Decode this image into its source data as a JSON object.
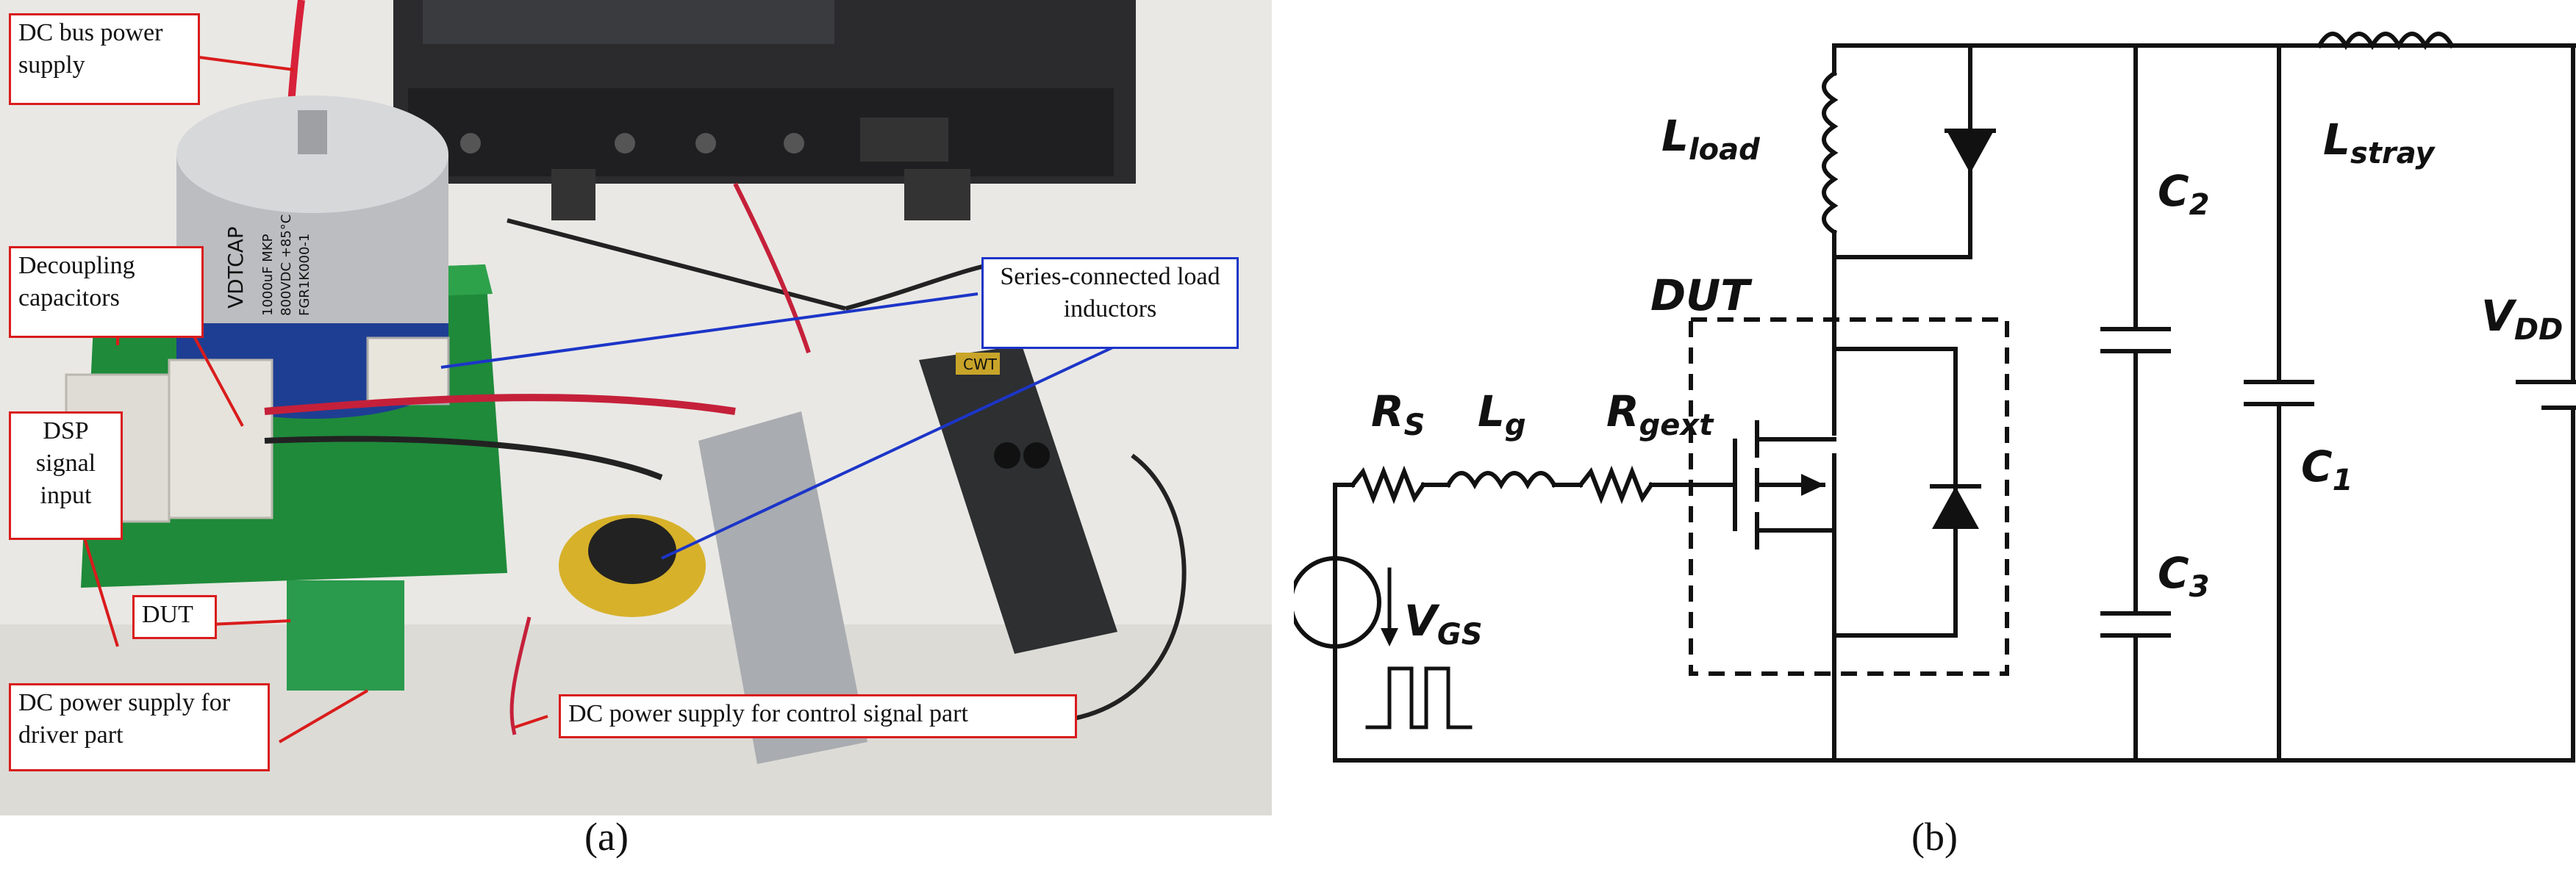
{
  "figure": {
    "panel_a": {
      "label": "(a)",
      "callouts": {
        "dc_bus": "DC bus power supply",
        "decoupling": "Decoupling capacitors",
        "dsp": "DSP signal input",
        "dut": "DUT",
        "dc_driver": "DC power supply for driver part",
        "inductors": "Series-connected load inductors",
        "dc_control": "DC power supply for control signal part"
      },
      "capacitor_print": {
        "brand": "VDTCAP",
        "line1": "1000uF  MKP",
        "line2": "800VDC  +85°C",
        "line3": "FGR1K000-1"
      },
      "probe_brand": "CWT"
    },
    "panel_b": {
      "label": "(b)",
      "labels": {
        "L_load": [
          "L",
          "load"
        ],
        "C2": [
          "C",
          "2"
        ],
        "L_stray": [
          "L",
          "stray"
        ],
        "DUT": "DUT",
        "V_DD": [
          "V",
          "DD"
        ],
        "R_S": [
          "R",
          "S"
        ],
        "L_g": [
          "L",
          "g"
        ],
        "R_gext": [
          "R",
          "gext"
        ],
        "C1": [
          "C",
          "1"
        ],
        "C3": [
          "C",
          "3"
        ],
        "V_GS": [
          "V",
          "GS"
        ]
      }
    }
  },
  "colors": {
    "callout_red": "#d91c1c",
    "callout_blue": "#1c35c8",
    "wire": "#111111",
    "pcb_green": "#1f8a3a"
  }
}
